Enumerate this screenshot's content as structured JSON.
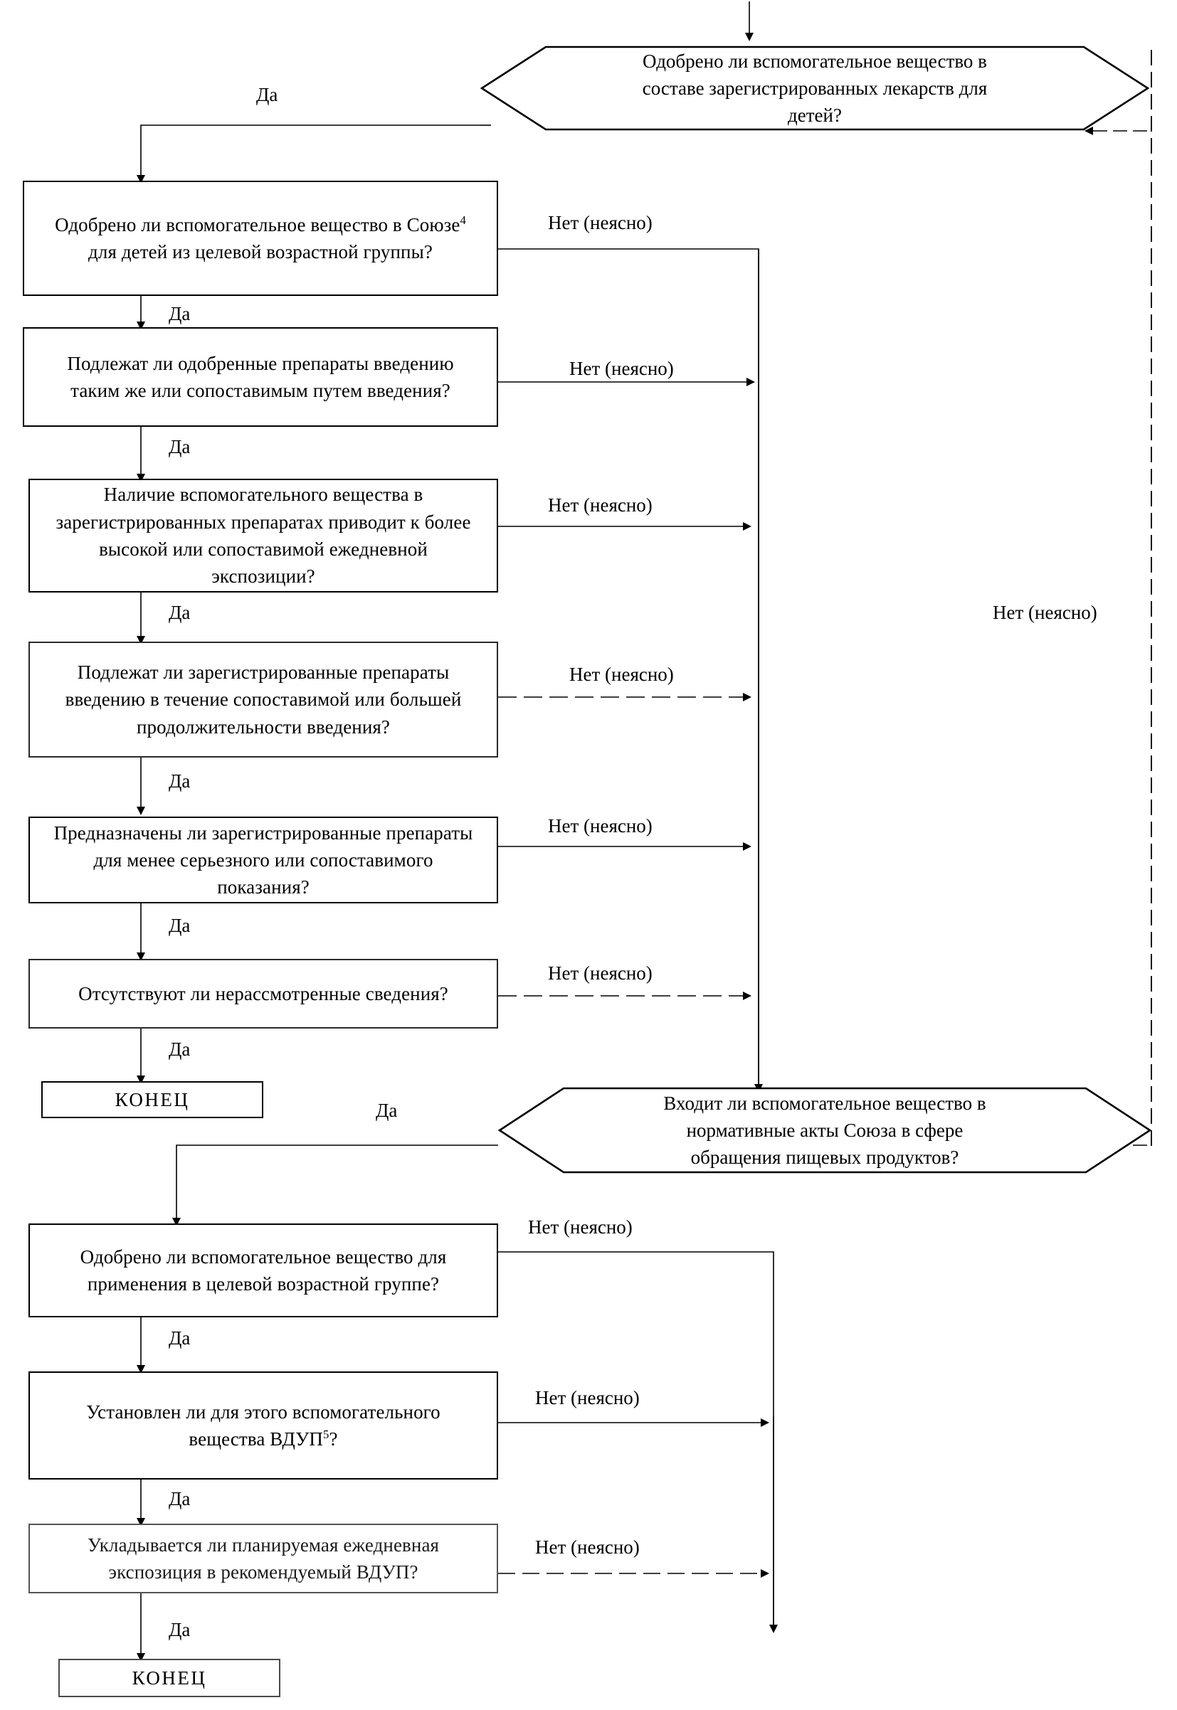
{
  "document": {
    "kind": "decision-flowchart",
    "language": "ru"
  },
  "labels": {
    "yes": "Да",
    "no": "Нет (неясно)"
  },
  "nodes": {
    "hex_registered_meds": {
      "text_lines": [
        "Одобрено ли вспомогательное вещество в",
        "составе зарегистрированных лекарств для",
        "детей?"
      ]
    },
    "q_union_approved": {
      "text_pre": "Одобрено ли вспомогательное вещество в Союзе",
      "sup": "4",
      "text_post": " для детей из целевой возрастной группы?"
    },
    "q_same_route": {
      "text": "Подлежат ли одобренные препараты введению таким же или сопоставимым путем введения?"
    },
    "q_exposure": {
      "text": "Наличие вспомогательного вещества в зарегистрированных препаратах приводит к более высокой или сопоставимой ежедневной экспозиции?"
    },
    "q_duration": {
      "text": "Подлежат ли зарегистрированные препараты введению в течение сопоставимой или большей продолжительности введения?"
    },
    "q_indication": {
      "text": "Предназначены ли зарегистрированные препараты для менее серьезного или сопоставимого показания?"
    },
    "q_no_unresolved": {
      "text": "Отсутствуют ли нерассмотренные сведения?"
    },
    "end_1": {
      "text": "КОНЕЦ"
    },
    "hex_food_regulations": {
      "text_lines": [
        "Входит ли вспомогательное вещество в",
        "нормативные акты Союза в сфере",
        "обращения пищевых продуктов?"
      ]
    },
    "q_approved_age_group": {
      "text": "Одобрено ли вспомогательное вещество для применения в целевой возрастной группе?"
    },
    "q_vdup_set": {
      "text_pre": "Установлен ли для этого вспомогательного вещества ВДУП",
      "sup": "5",
      "text_post": "?"
    },
    "q_vdup_fits": {
      "text": "Укладывается ли планируемая ежедневная экспозиция в рекомендуемый ВДУП?"
    },
    "end_2": {
      "text": "КОНЕЦ"
    }
  },
  "edges": {
    "yes_to_union": "Да",
    "no_union": "Нет (неясно)",
    "yes_route": "Да",
    "no_route": "Нет (неясно)",
    "yes_exposure": "Да",
    "no_exposure": "Нет (неясно)",
    "yes_duration": "Да",
    "no_duration": "Нет (неясно)",
    "yes_indication": "Да",
    "no_indication": "Нет (неясно)",
    "yes_unresolved": "Да",
    "no_unresolved": "Нет (неясно)",
    "yes_end1": "Да",
    "no_right_main": "Нет (неясно)",
    "yes_to_food": "Да",
    "no_age_group": "Нет (неясно)",
    "yes_age_group": "Да",
    "no_vdup_set": "Нет (неясно)",
    "yes_vdup_set": "Да",
    "no_vdup_fits": "Нет (неясно)",
    "yes_vdup_fits": "Да"
  },
  "colors": {
    "ink": "#000000",
    "paper": "#ffffff"
  }
}
